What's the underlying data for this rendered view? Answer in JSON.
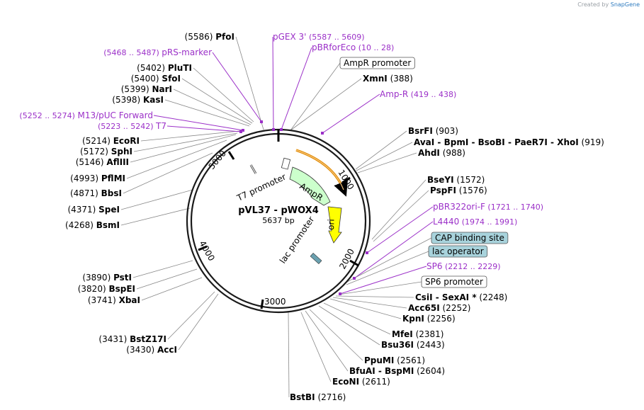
{
  "watermark": {
    "prefix": "Created by",
    "brand": "SnapGene"
  },
  "plasmid": {
    "name": "pVL37 - pWOX4",
    "length_label": "5637 bp",
    "length": 5637
  },
  "ticks": [
    "1000",
    "2000",
    "3000",
    "4000",
    "5000"
  ],
  "features": [
    {
      "label": "T7 promoter",
      "color": "#ffffff"
    },
    {
      "label": "AmpR",
      "color": "#ccffcc"
    },
    {
      "label": "ori",
      "color": "#ffff00"
    },
    {
      "label": "lac promoter",
      "color": "#ffffff"
    }
  ],
  "enzymes": [
    {
      "name": "PfoI",
      "pos": "(5586)"
    },
    {
      "name": "PluTI",
      "pos": "(5402)"
    },
    {
      "name": "SfoI",
      "pos": "(5400)"
    },
    {
      "name": "NarI",
      "pos": "(5399)"
    },
    {
      "name": "KasI",
      "pos": "(5398)"
    },
    {
      "name": "EcoRI",
      "pos": "(5214)"
    },
    {
      "name": "SphI",
      "pos": "(5172)"
    },
    {
      "name": "AflIII",
      "pos": "(5146)"
    },
    {
      "name": "PflMI",
      "pos": "(4993)"
    },
    {
      "name": "BbsI",
      "pos": "(4871)"
    },
    {
      "name": "SpeI",
      "pos": "(4371)"
    },
    {
      "name": "BsmI",
      "pos": "(4268)"
    },
    {
      "name": "PstI",
      "pos": "(3890)"
    },
    {
      "name": "BspEI",
      "pos": "(3820)"
    },
    {
      "name": "XbaI",
      "pos": "(3741)"
    },
    {
      "name": "BstZ17I",
      "pos": "(3431)"
    },
    {
      "name": "AccI",
      "pos": "(3430)"
    },
    {
      "name": "XmnI",
      "pos": "(388)"
    },
    {
      "name": "BsrFI",
      "pos": "(903)"
    },
    {
      "name": "AvaI - BpmI - BsoBI - PaeR7I - XhoI",
      "pos": "(919)"
    },
    {
      "name": "AhdI",
      "pos": "(988)"
    },
    {
      "name": "BseYI",
      "pos": "(1572)"
    },
    {
      "name": "PspFI",
      "pos": "(1576)"
    },
    {
      "name": "CsiI - SexAI *",
      "pos": "(2248)"
    },
    {
      "name": "Acc65I",
      "pos": "(2252)"
    },
    {
      "name": "KpnI",
      "pos": "(2256)"
    },
    {
      "name": "MfeI",
      "pos": "(2381)"
    },
    {
      "name": "Bsu36I",
      "pos": "(2443)"
    },
    {
      "name": "PpuMI",
      "pos": "(2561)"
    },
    {
      "name": "BfuAI - BspMI",
      "pos": "(2604)"
    },
    {
      "name": "EcoNI",
      "pos": "(2611)"
    },
    {
      "name": "BstBI",
      "pos": "(2716)"
    }
  ],
  "primers": [
    {
      "name": "pGEX 3'",
      "range": "(5587 .. 5609)"
    },
    {
      "name": "pBRforEco",
      "range": "(10 .. 28)"
    },
    {
      "name": "pRS-marker",
      "range": "(5468 .. 5487)"
    },
    {
      "name": "M13/pUC Forward",
      "range": "(5252 .. 5274)"
    },
    {
      "name": "T7",
      "range": "(5223 .. 5242)"
    },
    {
      "name": "Amp-R",
      "range": "(419 .. 438)"
    },
    {
      "name": "pBR322ori-F",
      "range": "(1721 .. 1740)"
    },
    {
      "name": "L4440",
      "range": "(1974 .. 1991)"
    },
    {
      "name": "SP6",
      "range": "(2212 .. 2229)"
    }
  ],
  "boxed_features": [
    {
      "name": "AmpR promoter",
      "fill": "#ffffff"
    },
    {
      "name": "CAP binding site",
      "fill": "#a8d3dc"
    },
    {
      "name": "lac operator",
      "fill": "#a8d3dc"
    },
    {
      "name": "SP6 promoter",
      "fill": "#ffffff"
    }
  ],
  "colors": {
    "primer": "#9b30c8",
    "backbone": "#1a1a1a",
    "leader": "#888888"
  }
}
